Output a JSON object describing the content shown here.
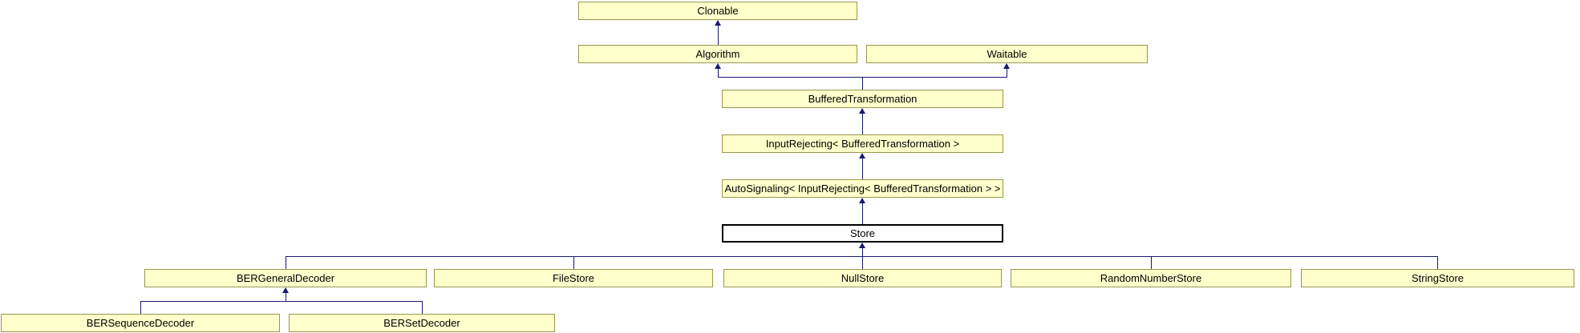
{
  "diagram": {
    "kind": "class-inheritance-graph",
    "nodes": [
      {
        "label": "Clonable",
        "type": "class"
      },
      {
        "label": "Algorithm",
        "type": "class"
      },
      {
        "label": "Waitable",
        "type": "class"
      },
      {
        "label": "BufferedTransformation",
        "type": "class"
      },
      {
        "label": "InputRejecting< BufferedTransformation >",
        "type": "class"
      },
      {
        "label": "AutoSignaling< InputRejecting< BufferedTransformation > >",
        "type": "class"
      },
      {
        "label": "Store",
        "type": "current-class"
      },
      {
        "label": "BERGeneralDecoder",
        "type": "class"
      },
      {
        "label": "FileStore",
        "type": "class"
      },
      {
        "label": "NullStore",
        "type": "class"
      },
      {
        "label": "RandomNumberStore",
        "type": "class"
      },
      {
        "label": "StringStore",
        "type": "class"
      },
      {
        "label": "BERSequenceDecoder",
        "type": "class"
      },
      {
        "label": "BERSetDecoder",
        "type": "class"
      }
    ],
    "edges": [
      {
        "child": "Algorithm",
        "parent": "Clonable"
      },
      {
        "child": "BufferedTransformation",
        "parent": "Algorithm"
      },
      {
        "child": "BufferedTransformation",
        "parent": "Waitable"
      },
      {
        "child": "InputRejecting< BufferedTransformation >",
        "parent": "BufferedTransformation"
      },
      {
        "child": "AutoSignaling< InputRejecting< BufferedTransformation > >",
        "parent": "InputRejecting< BufferedTransformation >"
      },
      {
        "child": "Store",
        "parent": "AutoSignaling< InputRejecting< BufferedTransformation > >"
      },
      {
        "child": "BERGeneralDecoder",
        "parent": "Store"
      },
      {
        "child": "FileStore",
        "parent": "Store"
      },
      {
        "child": "NullStore",
        "parent": "Store"
      },
      {
        "child": "RandomNumberStore",
        "parent": "Store"
      },
      {
        "child": "StringStore",
        "parent": "Store"
      },
      {
        "child": "BERSequenceDecoder",
        "parent": "BERGeneralDecoder"
      },
      {
        "child": "BERSetDecoder",
        "parent": "BERGeneralDecoder"
      }
    ],
    "colors": {
      "node_fill": "#ffffcc",
      "node_border": "#98984e",
      "edge": "#191970",
      "current_node_fill": "#ffffff",
      "current_node_border": "#000000",
      "text": "#000000"
    }
  }
}
